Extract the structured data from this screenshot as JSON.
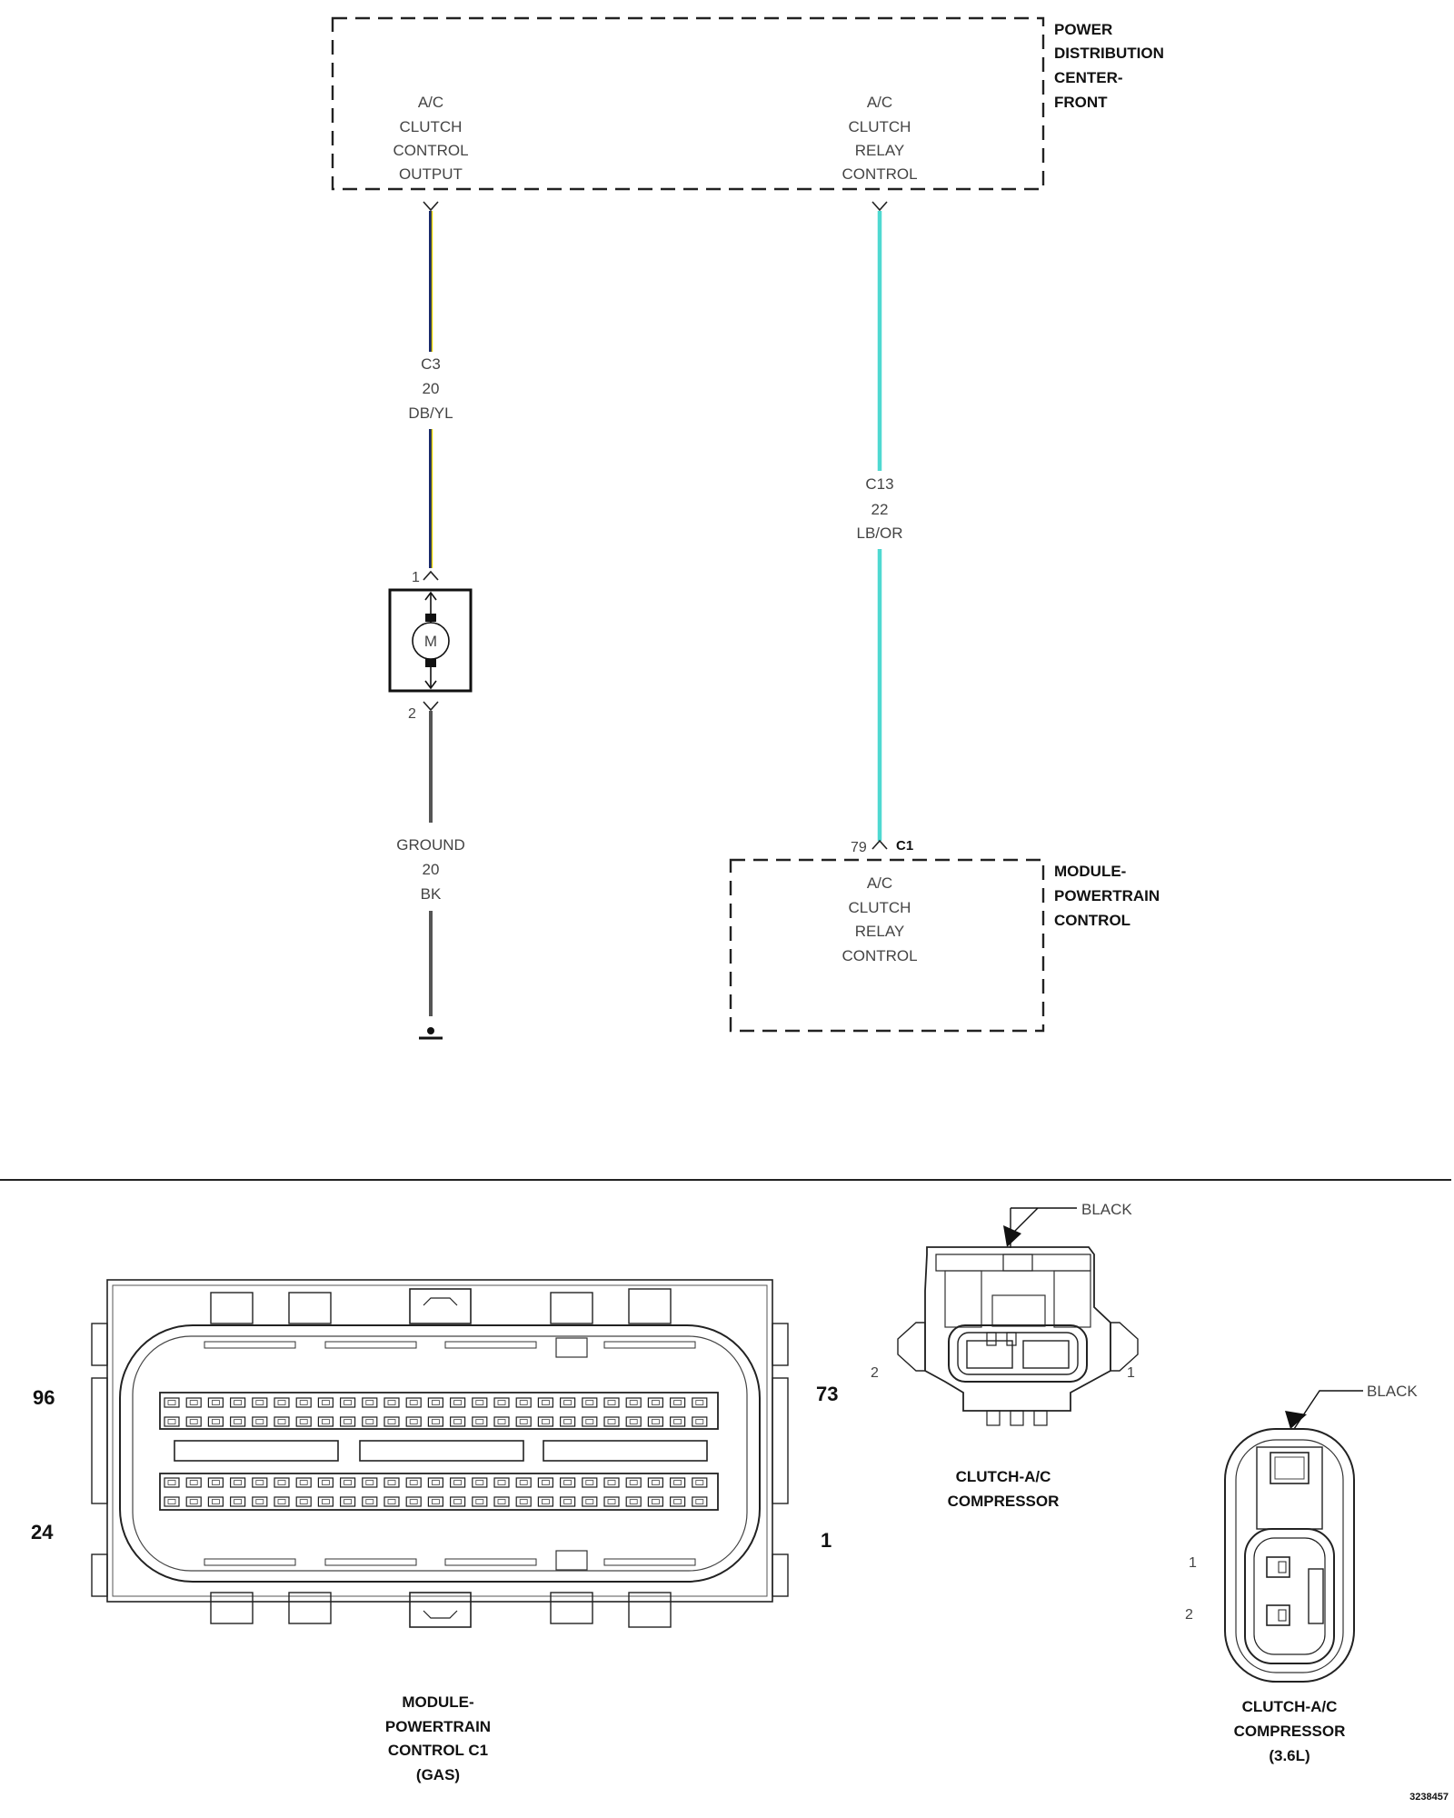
{
  "schematic": {
    "pdc": {
      "title_lines": [
        "POWER",
        "DISTRIBUTION",
        "CENTER-",
        "FRONT"
      ],
      "output_lines": [
        "A/C",
        "CLUTCH",
        "CONTROL",
        "OUTPUT"
      ],
      "relay_lines": [
        "A/C",
        "CLUTCH",
        "RELAY",
        "CONTROL"
      ]
    },
    "wire_left": {
      "circuit": "C3",
      "gauge": "20",
      "color_code": "DB/YL",
      "colors": [
        "#1a2a6b",
        "#e8d400"
      ]
    },
    "wire_right": {
      "circuit": "C13",
      "gauge": "22",
      "color_code": "LB/OR",
      "colors": [
        "#4fd9d1"
      ]
    },
    "motor": {
      "symbol": "M",
      "pin_top": "1",
      "pin_bottom": "2"
    },
    "ground_wire": {
      "circuit": "GROUND",
      "gauge": "20",
      "color_code": "BK",
      "colors": [
        "#555555"
      ]
    },
    "pcm": {
      "pin": "79",
      "connector": "C1",
      "title_lines": [
        "MODULE-",
        "POWERTRAIN",
        "CONTROL"
      ],
      "function_lines": [
        "A/C",
        "CLUTCH",
        "RELAY",
        "CONTROL"
      ]
    }
  },
  "connectors": {
    "pcm_c1": {
      "pin_labels": {
        "top_left": "96",
        "top_right": "73",
        "bottom_left": "24",
        "bottom_right": "1"
      },
      "caption_lines": [
        "MODULE-",
        "POWERTRAIN",
        "CONTROL C1",
        "(GAS)"
      ]
    },
    "clutch": {
      "color": "BLACK",
      "pin_left": "2",
      "pin_right": "1",
      "caption_lines": [
        "CLUTCH-A/C",
        "COMPRESSOR"
      ]
    },
    "clutch_36": {
      "color": "BLACK",
      "pin_top": "1",
      "pin_bottom": "2",
      "caption_lines": [
        "CLUTCH-A/C",
        "COMPRESSOR",
        "(3.6L)"
      ]
    }
  },
  "figure_id": "3238457"
}
